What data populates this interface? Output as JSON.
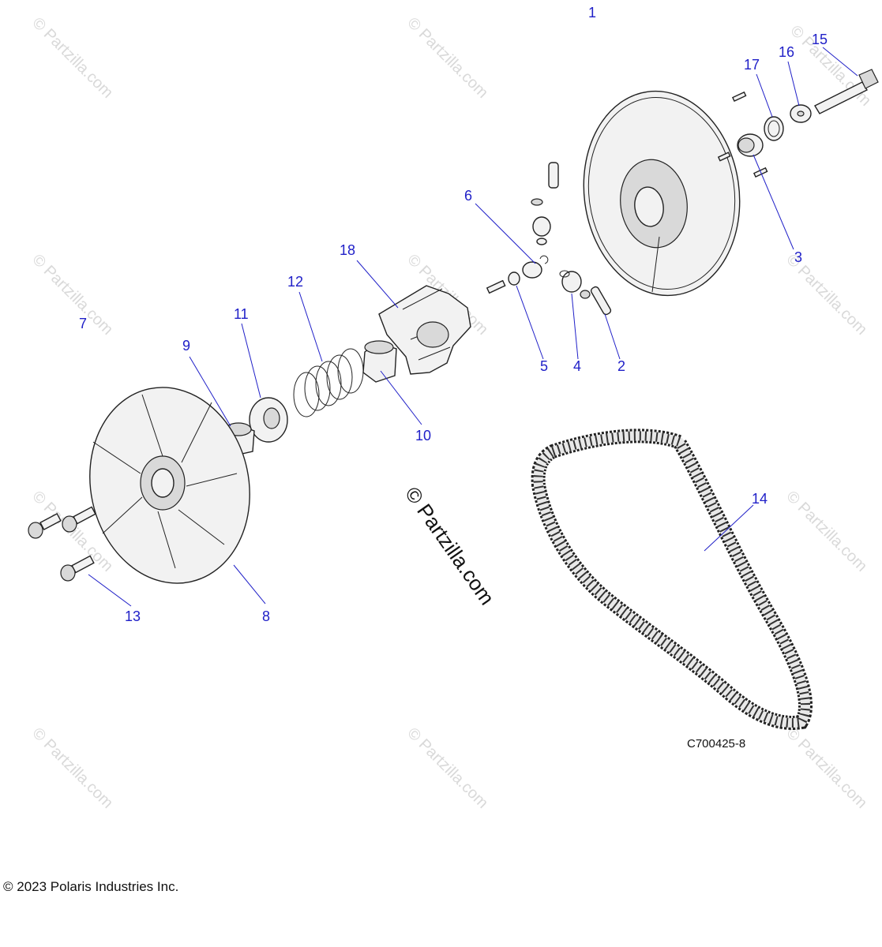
{
  "callouts": [
    "1",
    "2",
    "3",
    "4",
    "5",
    "6",
    "7",
    "8",
    "9",
    "10",
    "11",
    "12",
    "13",
    "14",
    "15",
    "16",
    "17",
    "18"
  ],
  "watermark": "© Partzilla.com",
  "diagram_code": "C700425-8",
  "copyright": "© 2023 Polaris Industries Inc."
}
